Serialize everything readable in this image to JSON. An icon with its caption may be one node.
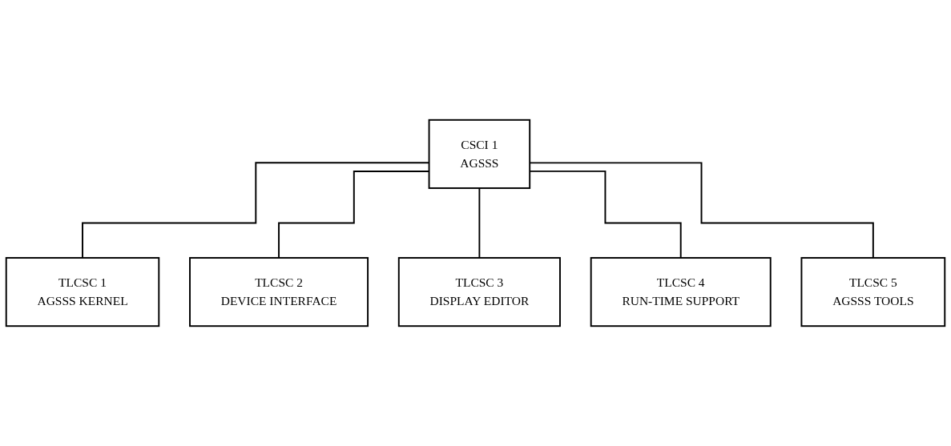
{
  "diagram": {
    "nodes": [
      {
        "text": [
          "CSCI 1",
          "AGSSS"
        ]
      },
      {
        "text": [
          "TLCSC 1",
          "AGSSS KERNEL"
        ]
      },
      {
        "text": [
          "TLCSC 2",
          "DEVICE INTERFACE"
        ]
      },
      {
        "text": [
          "TLCSC 3",
          "DISPLAY EDITOR"
        ]
      },
      {
        "text": [
          "TLCSC 4",
          "RUN-TIME SUPPORT"
        ]
      },
      {
        "text": [
          "TLCSC 5",
          "AGSSS TOOLS"
        ]
      }
    ],
    "edges": [
      {
        "from": 0,
        "to": 1,
        "arrow": "none"
      },
      {
        "from": 0,
        "to": 2,
        "arrow": "none"
      },
      {
        "from": 0,
        "to": 3,
        "arrow": "none"
      },
      {
        "from": 0,
        "to": 4,
        "arrow": "none"
      },
      {
        "from": 0,
        "to": 5,
        "arrow": "none"
      }
    ]
  }
}
